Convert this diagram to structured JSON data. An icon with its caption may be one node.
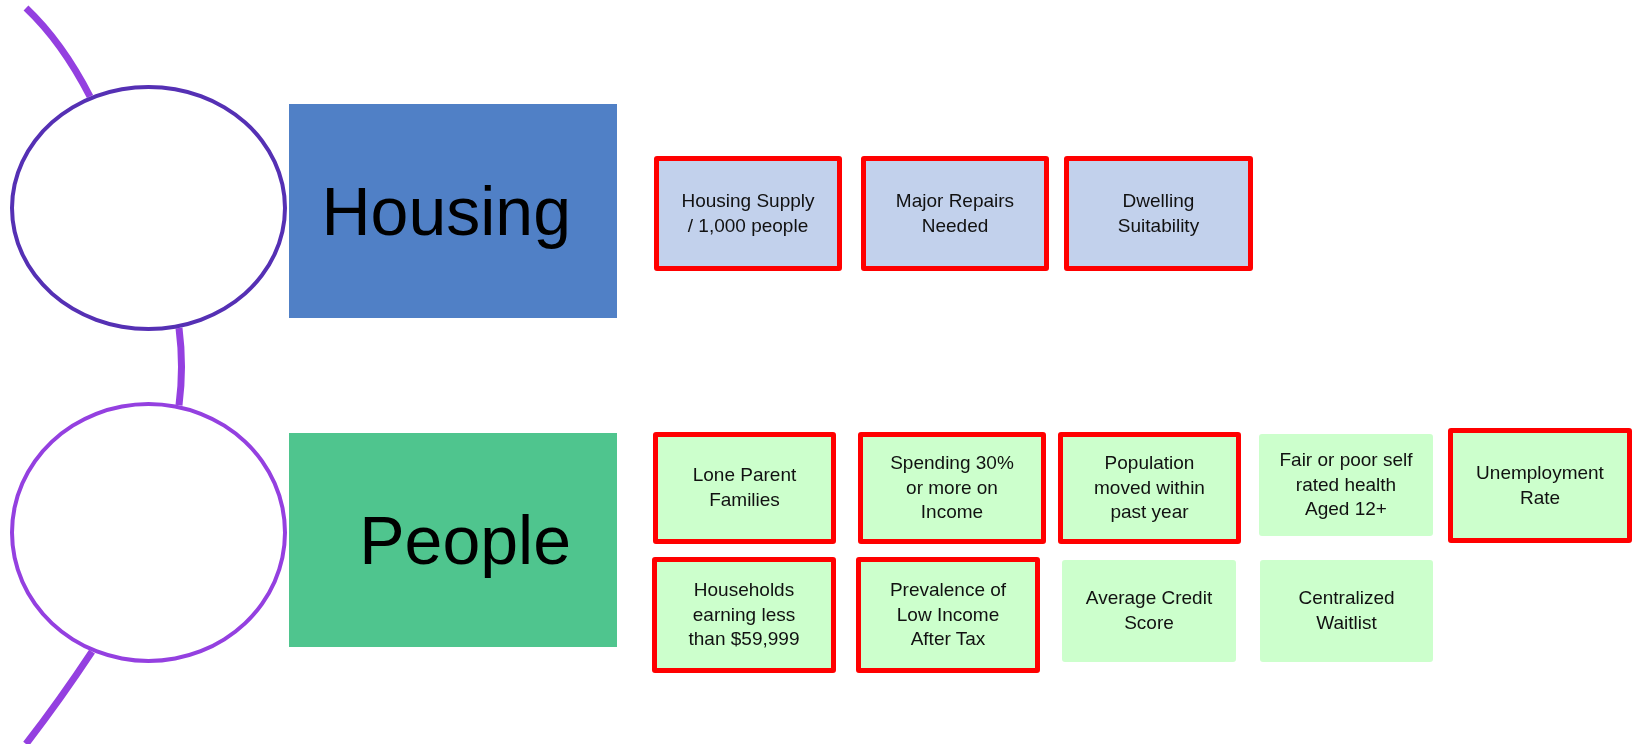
{
  "diagram": {
    "nodes": [
      {
        "text": [],
        "shape": "circle"
      },
      {
        "text": [
          "Housing"
        ]
      },
      {
        "text": [
          "Housing Supply / 1,000 people"
        ]
      },
      {
        "text": [
          "Major Repairs Needed"
        ]
      },
      {
        "text": [
          "Dwelling Suitability"
        ]
      },
      {
        "text": [],
        "shape": "circle"
      },
      {
        "text": [
          "People"
        ]
      },
      {
        "text": [
          "Lone Parent Families"
        ]
      },
      {
        "text": [
          "Spending 30% or more on Income"
        ]
      },
      {
        "text": [
          "Population moved within past year"
        ]
      },
      {
        "text": [
          "Fair or poor self rated health Aged 12+"
        ]
      },
      {
        "text": [
          "Unemployment Rate"
        ]
      },
      {
        "text": [
          "Households earning less than $59,999"
        ]
      },
      {
        "text": [
          "Prevalence of Low Income After Tax"
        ]
      },
      {
        "text": [
          "Average Credit Score"
        ]
      },
      {
        "text": [
          "Centralized Waitlist"
        ]
      }
    ],
    "edges": [
      {
        "from": null,
        "to": 0,
        "arrow": "none"
      },
      {
        "from": 0,
        "to": 5,
        "arrow": "none"
      },
      {
        "from": 5,
        "to": null,
        "arrow": "none"
      }
    ]
  }
}
